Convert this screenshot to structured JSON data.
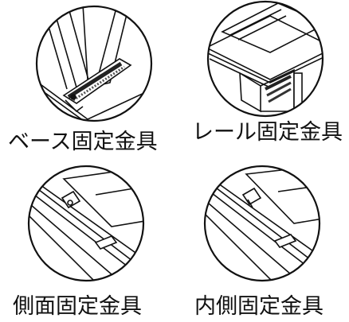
{
  "panels": [
    {
      "label": "ベース固定金具",
      "illustration": "base-bracket-closeup"
    },
    {
      "label": "レール固定金具",
      "illustration": "rail-bracket-closeup"
    },
    {
      "label": "側面固定金具",
      "illustration": "side-bracket-closeup"
    },
    {
      "label": "内側固定金具",
      "illustration": "inner-bracket-closeup"
    }
  ]
}
